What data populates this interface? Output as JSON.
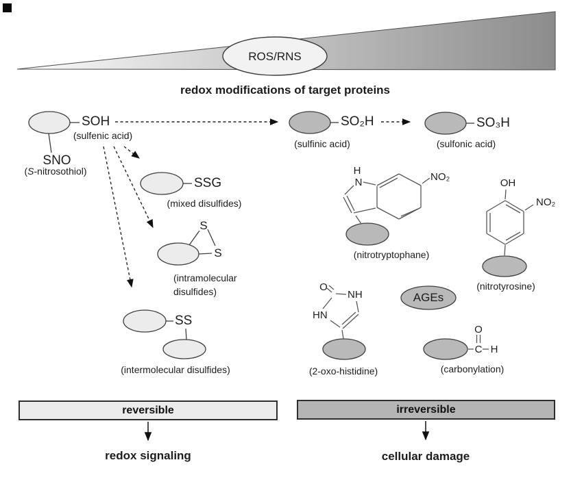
{
  "figure": {
    "ros_label": "ROS/RNS",
    "title": "redox modifications of target proteins"
  },
  "reversible_side": {
    "sulfenic": {
      "group": "SOH",
      "caption": "(sulfenic acid)"
    },
    "nitrosothiol": {
      "group": "SNO",
      "caption_open": "(",
      "caption_italic": "S",
      "caption_rest": "-nitrosothiol)"
    },
    "mixed_disulfides": {
      "group": "SSG",
      "caption": "(mixed disulfides)"
    },
    "intramolecular_disulfides": {
      "s_top": "S",
      "s_right": "S",
      "caption_line1": "(intramolecular",
      "caption_line2": "disulfides)"
    },
    "intermolecular_disulfides": {
      "group": "SS",
      "caption": "(intermolecular disulfides)"
    },
    "bar_label": "reversible",
    "outcome": "redox signaling"
  },
  "irreversible_side": {
    "sulfinic": {
      "group": "SO₂H",
      "caption": "(sulfinic acid)"
    },
    "sulfonic": {
      "group": "SO₃H",
      "caption": "(sulfonic acid)"
    },
    "nitrotryptophane": {
      "h": "H",
      "n": "N",
      "no2": "NO₂",
      "caption": "(nitrotryptophane)"
    },
    "nitrotyrosine": {
      "oh": "OH",
      "no2": "NO₂",
      "caption": "(nitrotyrosine)"
    },
    "oxo_histidine": {
      "o": "O",
      "nh": "NH",
      "hn": "HN",
      "caption": "(2-oxo-histidine)"
    },
    "ages": {
      "label": "AGEs"
    },
    "carbonylation": {
      "o": "O",
      "c": "C",
      "h": "H",
      "caption": "(carbonylation)"
    },
    "bar_label": "irreversible",
    "outcome": "cellular damage"
  },
  "colors": {
    "light_fill": "#ececec",
    "dark_fill": "#b9b9b9",
    "stroke": "#3d3d3d",
    "gradient_start": "#fbfbfb",
    "gradient_end": "#8c8c8c"
  }
}
